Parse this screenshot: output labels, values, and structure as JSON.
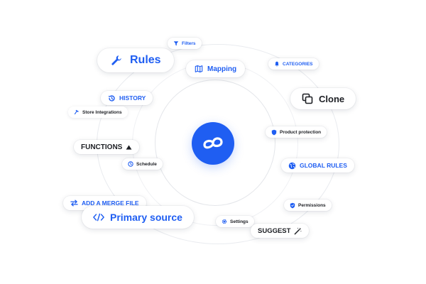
{
  "colors": {
    "accent": "#1f5ef2",
    "text_dark": "#1d1f24",
    "ring": "#e9ebef",
    "background": "#ffffff"
  },
  "center_logo": {
    "icon": "link-loop-icon"
  },
  "pills": {
    "filters": {
      "label": "Filters",
      "icon": "funnel-icon"
    },
    "rules": {
      "label": "Rules",
      "icon": "wrench-icon"
    },
    "mapping": {
      "label": "Mapping",
      "icon": "map-icon"
    },
    "categories": {
      "label": "CATEGORIES",
      "icon": "bell-icon"
    },
    "history": {
      "label": "HISTORY",
      "icon": "history-icon"
    },
    "clone": {
      "label": "Clone",
      "icon": "copy-icon"
    },
    "store": {
      "label": "Store Integrations",
      "icon": "hammer-icon"
    },
    "product": {
      "label": "Product protection",
      "icon": "shield-icon"
    },
    "functions": {
      "label": "FUNCTIONS",
      "icon": "triangle-up-icon"
    },
    "schedule": {
      "label": "Schedule",
      "icon": "clock-icon"
    },
    "global_rules": {
      "label": "GLOBAL RULES",
      "icon": "globe-icon"
    },
    "permissions": {
      "label": "Permissions",
      "icon": "shield-check-icon"
    },
    "merge": {
      "label": "ADD A MERGE FILE",
      "icon": "swap-arrows-icon"
    },
    "primary": {
      "label": "Primary source",
      "icon": "code-icon"
    },
    "settings": {
      "label": "Settings",
      "icon": "gear-icon"
    },
    "suggest": {
      "label": "SUGGEST",
      "icon": "magic-wand-icon"
    }
  }
}
